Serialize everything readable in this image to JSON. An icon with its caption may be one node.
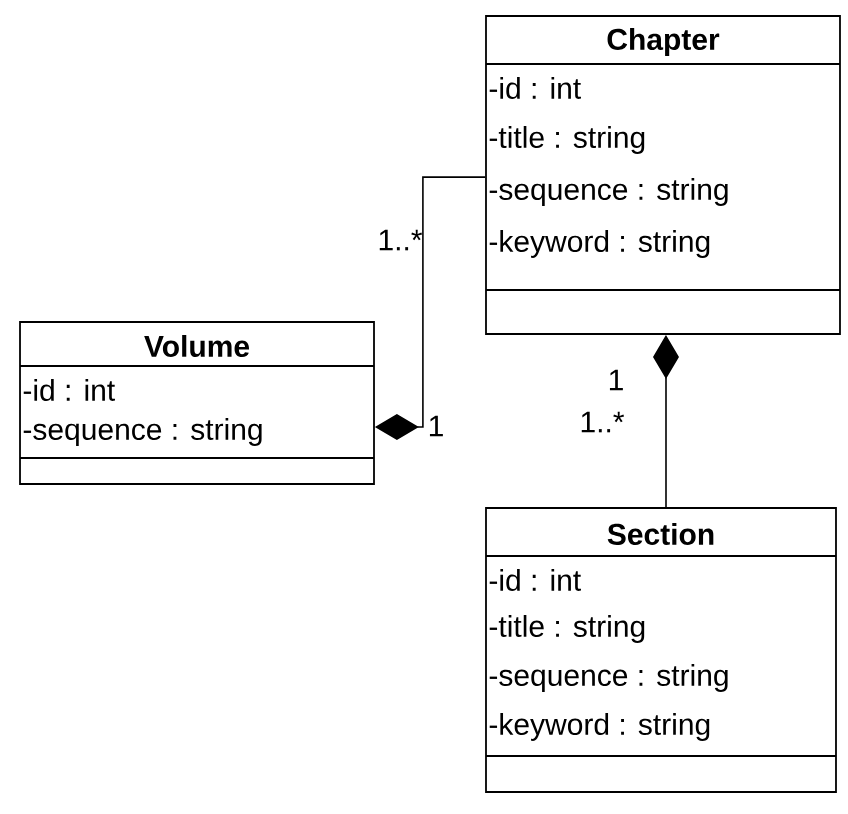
{
  "diagram": {
    "nodes": [
      {
        "text": [
          "Chapter",
          "-id : int",
          "-title : string",
          "-sequence : string",
          "-keyword : string"
        ]
      },
      {
        "text": [
          "Volume",
          "-id : int",
          "-sequence : string"
        ]
      },
      {
        "text": [
          "Section",
          "-id : int",
          "-title : string",
          "-sequence : string",
          "-keyword : string"
        ]
      }
    ],
    "edges": [
      {
        "from": 1,
        "to": 0,
        "arrow": "other"
      },
      {
        "from": 0,
        "to": 2,
        "arrow": "other"
      }
    ],
    "labels": [
      "1..*",
      "1",
      "1",
      "1..*"
    ]
  }
}
